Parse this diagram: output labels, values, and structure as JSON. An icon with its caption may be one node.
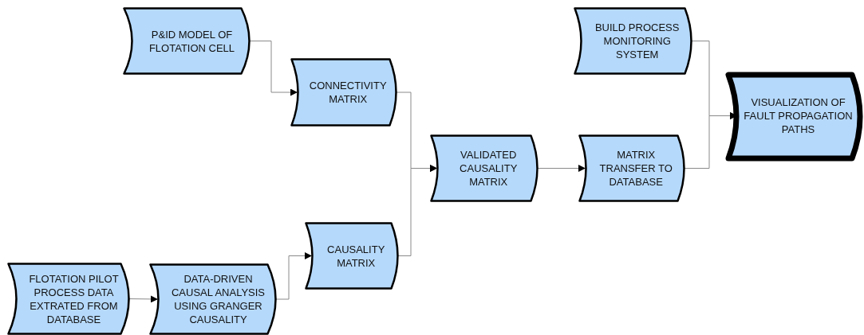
{
  "diagram": {
    "nodes": [
      {
        "text": [
          "P&ID MODEL OF FLOTATION CELL"
        ]
      },
      {
        "text": [
          "CONNECTIVITY MATRIX"
        ]
      },
      {
        "text": [
          "FLOTATION PILOT PROCESS DATA EXTRATED FROM DATABASE"
        ]
      },
      {
        "text": [
          "DATA-DRIVEN CAUSAL ANALYSIS USING GRANGER CAUSALITY"
        ]
      },
      {
        "text": [
          "CAUSALITY MATRIX"
        ]
      },
      {
        "text": [
          "VALIDATED CAUSALITY MATRIX"
        ]
      },
      {
        "text": [
          "BUILD PROCESS MONITORING SYSTEM"
        ]
      },
      {
        "text": [
          "MATRIX TRANSFER TO DATABASE"
        ]
      },
      {
        "text": [
          "VISUALIZATION OF FAULT PROPAGATION PATHS"
        ]
      }
    ],
    "edges": [
      {
        "from": 0,
        "to": 1,
        "arrow": "to"
      },
      {
        "from": 2,
        "to": 3,
        "arrow": "to"
      },
      {
        "from": 3,
        "to": 4,
        "arrow": "to"
      },
      {
        "from": 1,
        "to": 5,
        "arrow": "to"
      },
      {
        "from": 4,
        "to": 5,
        "arrow": "to"
      },
      {
        "from": 5,
        "to": 7,
        "arrow": "to"
      },
      {
        "from": 6,
        "to": 8,
        "arrow": "to"
      },
      {
        "from": 7,
        "to": 8,
        "arrow": "to"
      }
    ]
  }
}
